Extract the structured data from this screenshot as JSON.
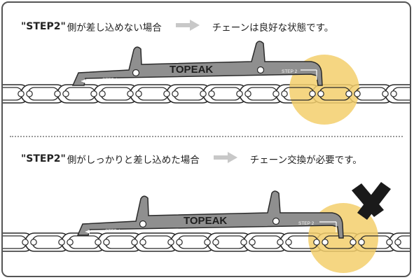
{
  "panel1": {
    "condition_step": "\"STEP2\"",
    "condition_text": "側が差し込めない場合",
    "result_text": "チェーンは良好な状態です。",
    "tool": {
      "brand": "TOPEAK",
      "step1_label": "STEP 1",
      "step2_label": "STEP 2"
    }
  },
  "panel2": {
    "condition_step": "\"STEP2\"",
    "condition_text": "側がしっかりと差し込めた場合",
    "result_text": "チェーン交換が必要です。",
    "tool": {
      "brand": "TOPEAK",
      "step1_label": "STEP 1",
      "step2_label": "STEP 2"
    }
  },
  "colors": {
    "frame": "#555555",
    "highlight": "#f3cf6c",
    "arrow": "#c8c8c8",
    "tool": "#8f8f8f",
    "chain_outline": "#2a2a2a",
    "cross": "#1a1a1a"
  },
  "icons": {
    "arrow": "right-arrow-icon",
    "reject": "cross-mark-icon"
  }
}
